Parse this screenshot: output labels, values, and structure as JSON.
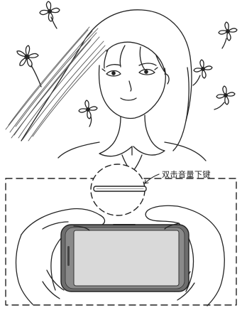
{
  "scene": {
    "callout_label": "双击音量下键",
    "colors": {
      "line": "#222222",
      "hair_shading": "#555555",
      "phone_body": "#6e6e6e",
      "phone_screen": "#d9d9d9",
      "background": "#ffffff"
    },
    "icons": [
      "flower-icon",
      "woman-figure",
      "hands-holding-phone",
      "volume-key-highlight"
    ]
  }
}
